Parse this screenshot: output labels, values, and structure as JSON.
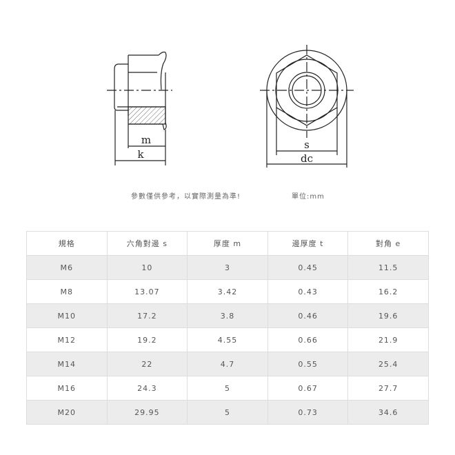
{
  "drawing": {
    "labels": {
      "m": "m",
      "k": "k",
      "s": "s",
      "dc": "dc"
    }
  },
  "notes": {
    "reference": "參數僅供參考，以實際測量為準!",
    "unit": "單位:mm"
  },
  "table": {
    "headers": [
      "規格",
      "六角對邊 s",
      "厚度  m",
      "邊厚度 t",
      "對角 e"
    ],
    "rows": [
      [
        "M6",
        "10",
        "3",
        "0.45",
        "11.5"
      ],
      [
        "M8",
        "13.07",
        "3.42",
        "0.43",
        "16.2"
      ],
      [
        "M10",
        "17.2",
        "3.8",
        "0.46",
        "19.6"
      ],
      [
        "M12",
        "19.2",
        "4.55",
        "0.66",
        "21.9"
      ],
      [
        "M14",
        "22",
        "4.7",
        "0.55",
        "25.4"
      ],
      [
        "M16",
        "24.3",
        "5",
        "0.67",
        "27.7"
      ],
      [
        "M20",
        "29.95",
        "5",
        "0.73",
        "34.6"
      ]
    ]
  }
}
